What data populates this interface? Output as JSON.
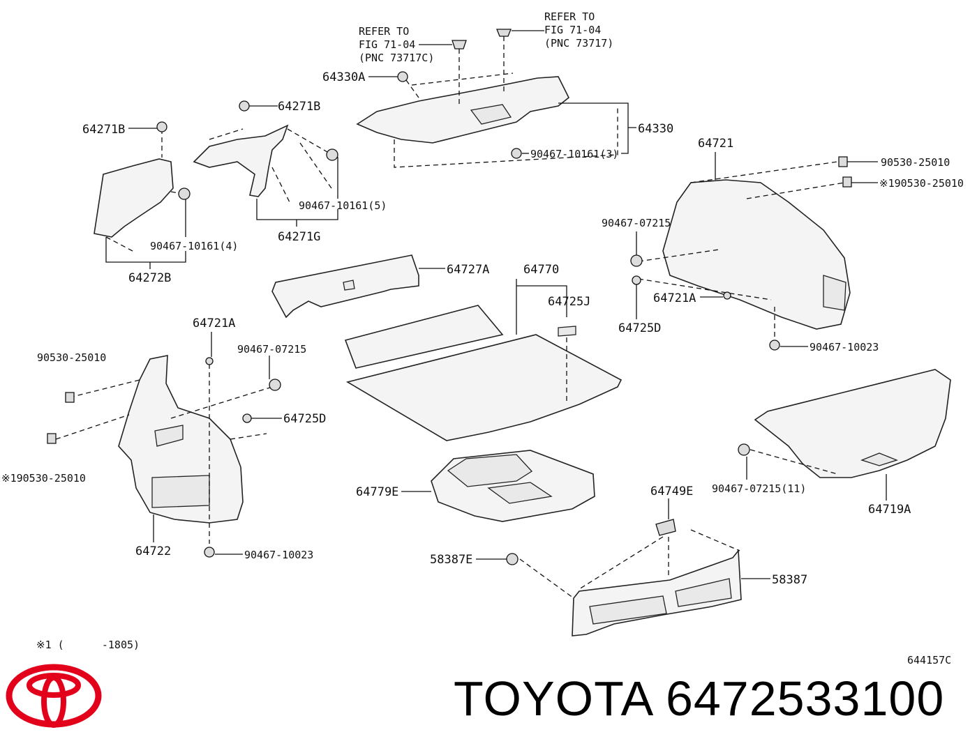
{
  "brand": {
    "name": "TOYOTA",
    "part_number": "6472533100",
    "logo_color": "#e3001b"
  },
  "diagram_code": "644157C",
  "footnote": "※1 (      -1805)",
  "callouts": {
    "refer_left": [
      "REFER TO",
      "FIG 71-04",
      "(PNC 73717C)"
    ],
    "refer_right": [
      "REFER TO",
      "FIG 71-04",
      "(PNC 73717)"
    ],
    "c64330A": "64330A",
    "c64330": "64330",
    "c90467_10161_3": "90467-10161(3)",
    "c64271B_a": "64271B",
    "c64271B_b": "64271B",
    "c90467_10161_5": "90467-10161(5)",
    "c64271G": "64271G",
    "c90467_10161_4": "90467-10161(4)",
    "c64272B": "64272B",
    "c64721": "64721",
    "c90530_25010_r1": "90530-25010",
    "c90530_25010_r2": "※190530-25010",
    "c90467_07215_r": "90467-07215",
    "c64721A_r": "64721A",
    "c64725D_r": "64725D",
    "c90467_10023_r": "90467-10023",
    "c64727A": "64727A",
    "c64770": "64770",
    "c64725J": "64725J",
    "c64721A_l": "64721A",
    "c90467_07215_l": "90467-07215",
    "c90530_25010_l1": "90530-25010",
    "c64725D_l": "64725D",
    "c90530_25010_l2": "※190530-25010",
    "c64722": "64722",
    "c90467_10023_l": "90467-10023",
    "c64779E": "64779E",
    "c64749E": "64749E",
    "c90467_07215_11": "90467-07215(11)",
    "c64719A": "64719A",
    "c58387E": "58387E",
    "c58387": "58387"
  }
}
